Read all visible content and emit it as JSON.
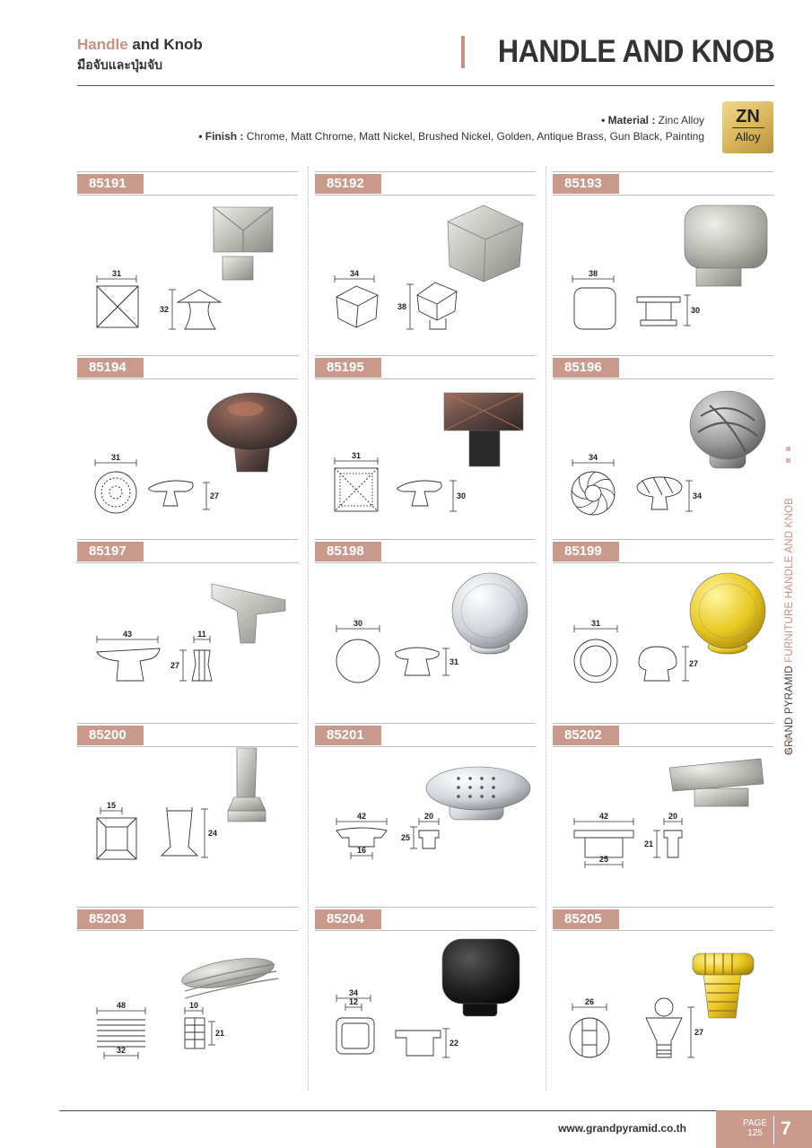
{
  "header": {
    "title_accent": "Handle",
    "title_rest": " and Knob",
    "subtitle_thai": "มือจับและปุ่มจับ",
    "section_title": "HANDLE AND KNOB"
  },
  "specs": {
    "material_label": "• Material :",
    "material_value": " Zinc Alloy",
    "finish_label": "• Finish :",
    "finish_value": " Chrome, Matt Chrome, Matt Nickel, Brushed Nickel, Golden, Antique Brass, Gun Black, Painting"
  },
  "badge": {
    "top": "ZN",
    "bottom": "Alloy",
    "color": "#d9b45a"
  },
  "products": [
    {
      "code": "85191",
      "dims": [
        "31",
        "32"
      ]
    },
    {
      "code": "85192",
      "dims": [
        "34",
        "38"
      ]
    },
    {
      "code": "85193",
      "dims": [
        "38",
        "30"
      ]
    },
    {
      "code": "85194",
      "dims": [
        "31",
        "27"
      ]
    },
    {
      "code": "85195",
      "dims": [
        "31",
        "30"
      ]
    },
    {
      "code": "85196",
      "dims": [
        "34",
        "34"
      ]
    },
    {
      "code": "85197",
      "dims": [
        "43",
        "11",
        "27"
      ]
    },
    {
      "code": "85198",
      "dims": [
        "30",
        "31"
      ]
    },
    {
      "code": "85199",
      "dims": [
        "31",
        "27"
      ]
    },
    {
      "code": "85200",
      "dims": [
        "15",
        "24"
      ]
    },
    {
      "code": "85201",
      "dims": [
        "42",
        "20",
        "25",
        "16"
      ]
    },
    {
      "code": "85202",
      "dims": [
        "42",
        "20",
        "21",
        "25"
      ]
    },
    {
      "code": "85203",
      "dims": [
        "48",
        "10",
        "21",
        "32"
      ]
    },
    {
      "code": "85204",
      "dims": [
        "34",
        "12",
        "22"
      ]
    },
    {
      "code": "85205",
      "dims": [
        "26",
        "27"
      ]
    }
  ],
  "side": {
    "brand": "GRAND PYRAMID ",
    "rest": "FURNITURE HANDLE AND KNOB"
  },
  "footer": {
    "website": "www.grandpyramid.co.th",
    "page_label_1": "PAGE",
    "page_label_2": "125",
    "page_number": "7"
  },
  "colors": {
    "accent": "#c98f80",
    "code_bg": "#c99a8c"
  }
}
